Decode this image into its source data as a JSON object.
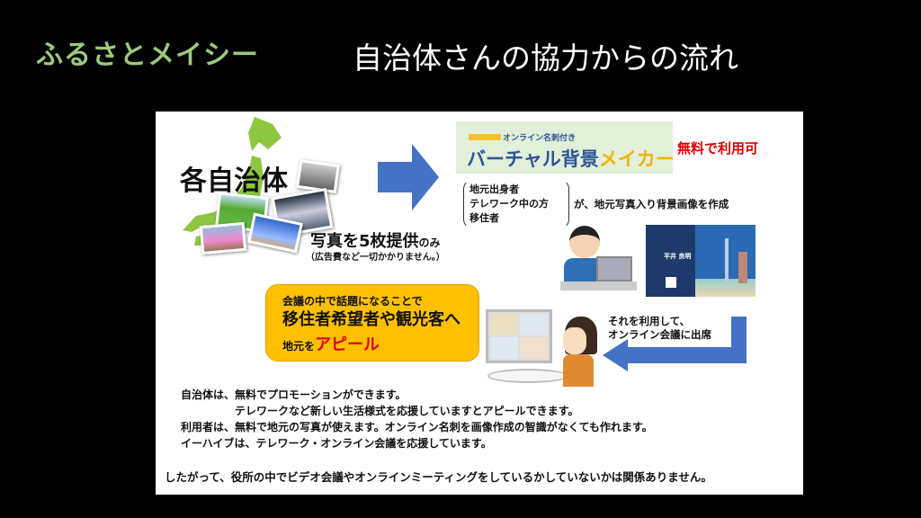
{
  "header": {
    "logo": "ふるさとメイシー",
    "title": "自治体さんの協力からの流れ"
  },
  "left": {
    "heading": "各自治体",
    "photos_main": "写真を5枚提供",
    "photos_suffix": "のみ",
    "photos_note": "（広告費など一切かかりません。）"
  },
  "banner": {
    "small": "オンライン名刺付き",
    "main_a": "バーチャル背景",
    "main_b": "メイカー",
    "free": "無料で利用可"
  },
  "users": {
    "lines": [
      "地元出身者",
      "テレワーク中の方",
      "移住者"
    ],
    "action": "が、地元写真入り背景画像を作成"
  },
  "card": {
    "name": "平井 良明"
  },
  "appeal": {
    "line1": "会議の中で話題になることで",
    "line2": "移住者希望者や観光客へ",
    "line3a": "地元を",
    "line3b": "アピール"
  },
  "meeting": {
    "line1": "それを利用して、",
    "line2": "オンライン会議に出席"
  },
  "notes": [
    "自治体は、無料でプロモーションができます。",
    "テレワークなど新しい生活様式を応援していますとアピールできます。",
    "利用者は、無料で地元の写真が使えます。オンライン名刺を画像作成の智識がなくても作れます。",
    "イーハイブは、テレワーク・オンライン会議を応援しています。"
  ],
  "conclusion": "したがって、役所の中でビデオ会議やオンラインミーティングをしているかしていないかは関係ありません。",
  "colors": {
    "logo": "#9dc97d",
    "arrow": "#4472c4",
    "appeal_bg": "#ffc000",
    "banner_bg": "#e2efd9",
    "red": "#e00000"
  }
}
